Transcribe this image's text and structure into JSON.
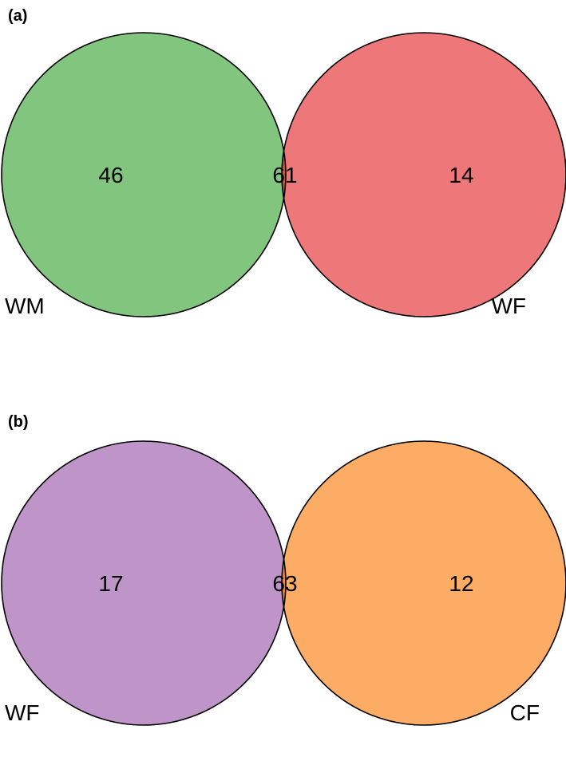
{
  "diagrams": [
    {
      "panel": "(a)",
      "left_set": {
        "name": "WM",
        "only_count": "46",
        "color": "#82c57f"
      },
      "right_set": {
        "name": "WF",
        "only_count": "14",
        "color": "#ee7779"
      },
      "overlap_count": "61",
      "overlap_color": "#bd5a41"
    },
    {
      "panel": "(b)",
      "left_set": {
        "name": "WF",
        "only_count": "17",
        "color": "#bf95c9"
      },
      "right_set": {
        "name": "CF",
        "only_count": "12",
        "color": "#fdac65"
      },
      "overlap_count": "63",
      "overlap_color": "#e5894f"
    }
  ]
}
